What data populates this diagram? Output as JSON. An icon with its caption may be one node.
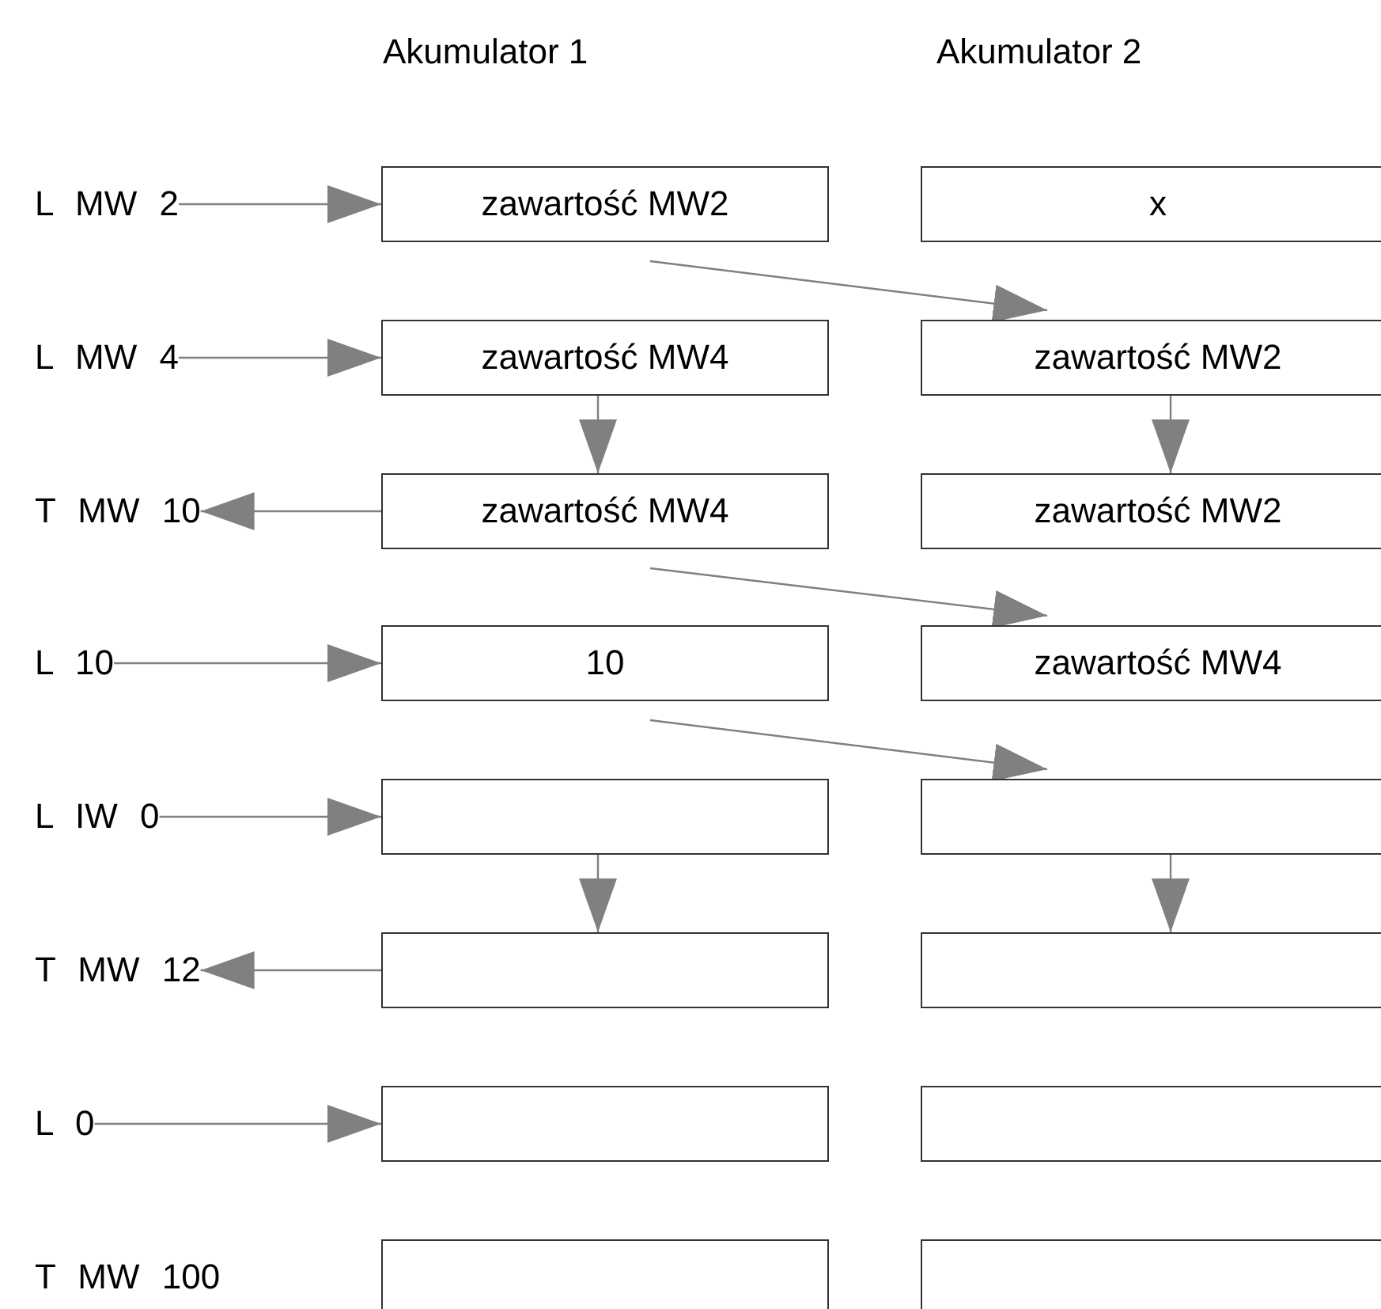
{
  "diagram": {
    "nodes": [
      {
        "text": [
          "L MW 2"
        ]
      },
      {
        "text": [
          "zawartość MW2"
        ]
      },
      {
        "text": [
          "x"
        ]
      },
      {
        "text": [
          "L MW 4"
        ]
      },
      {
        "text": [
          "zawartość MW4"
        ]
      },
      {
        "text": [
          "zawartość MW2"
        ]
      },
      {
        "text": [
          "T MW 10"
        ]
      },
      {
        "text": [
          "zawartość MW4"
        ]
      },
      {
        "text": [
          "zawartość MW2"
        ]
      },
      {
        "text": [
          "L 10"
        ]
      },
      {
        "text": [
          "10"
        ]
      },
      {
        "text": [
          "zawartość MW4"
        ]
      },
      {
        "text": [
          "L IW 0"
        ]
      },
      {
        "text": [],
        "shape": "box"
      },
      {
        "text": [],
        "shape": "box"
      },
      {
        "text": [
          "T MW 12"
        ]
      },
      {
        "text": [],
        "shape": "box"
      },
      {
        "text": [],
        "shape": "box"
      },
      {
        "text": [
          "L 0"
        ]
      },
      {
        "text": [],
        "shape": "box"
      },
      {
        "text": [],
        "shape": "box"
      },
      {
        "text": [
          "T MW 100"
        ]
      },
      {
        "text": [],
        "shape": "box"
      },
      {
        "text": [],
        "shape": "box"
      }
    ],
    "edges": [
      {
        "from": 0,
        "to": 1,
        "arrow": "to"
      },
      {
        "from": 1,
        "to": 5,
        "arrow": "to"
      },
      {
        "from": 3,
        "to": 4,
        "arrow": "to"
      },
      {
        "from": 4,
        "to": 7,
        "arrow": "to"
      },
      {
        "from": 5,
        "to": 8,
        "arrow": "to"
      },
      {
        "from": 7,
        "to": 6,
        "arrow": "to"
      },
      {
        "from": 7,
        "to": 11,
        "arrow": "to"
      },
      {
        "from": 9,
        "to": 10,
        "arrow": "to"
      },
      {
        "from": 10,
        "to": 14,
        "arrow": "to"
      },
      {
        "from": 12,
        "to": 13,
        "arrow": "to"
      },
      {
        "from": 13,
        "to": 16,
        "arrow": "to"
      },
      {
        "from": 14,
        "to": 17,
        "arrow": "to"
      },
      {
        "from": 16,
        "to": 15,
        "arrow": "to"
      },
      {
        "from": 18,
        "to": 19,
        "arrow": "to"
      }
    ],
    "labels": [
      "Akumulator 1",
      "Akumulator 2"
    ]
  }
}
